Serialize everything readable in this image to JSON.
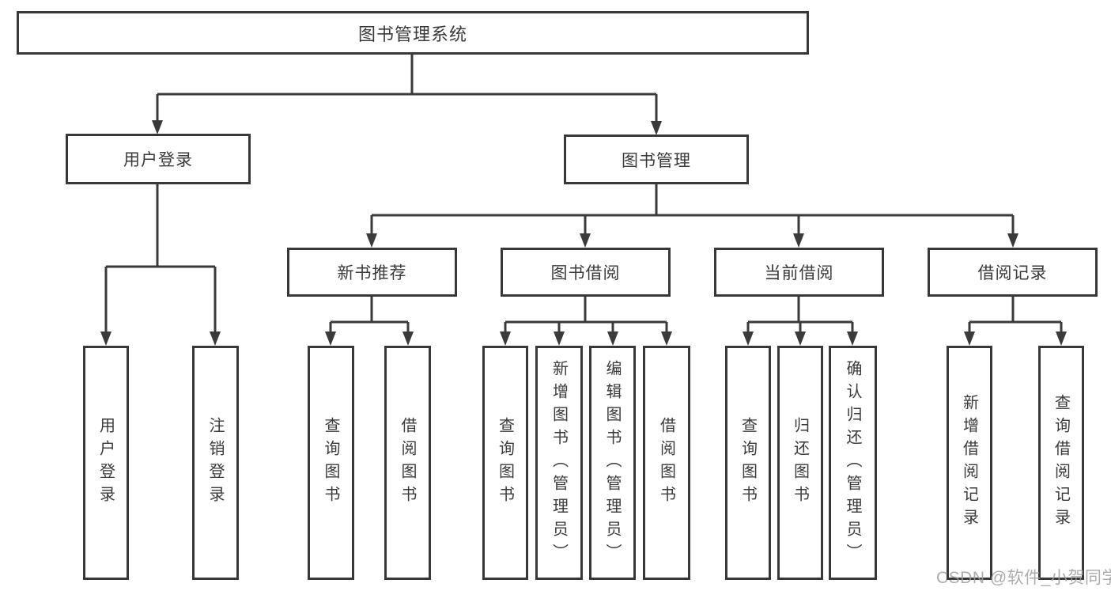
{
  "tree": {
    "root": "图书管理系统",
    "level2": [
      {
        "label": "用户登录",
        "children": [
          "用户登录",
          "注销登录"
        ]
      },
      {
        "label": "图书管理",
        "children": [
          {
            "label": "新书推荐",
            "children": [
              "查询图书",
              "借阅图书"
            ]
          },
          {
            "label": "图书借阅",
            "children": [
              "查询图书",
              "新增图书（管理员）",
              "编辑图书（管理员）",
              "借阅图书"
            ]
          },
          {
            "label": "当前借阅",
            "children": [
              "查询图书",
              "归还图书",
              "确认归还（管理员）"
            ]
          },
          {
            "label": "借阅记录",
            "children": [
              "新增借阅记录",
              "查询借阅记录"
            ]
          }
        ]
      }
    ]
  },
  "watermark": "CSDN @软件_小贺同学",
  "colors": {
    "line": "#3a3a3a",
    "box_border": "#383838",
    "text": "#3a3a3a",
    "watermark": "#9e9e9e"
  }
}
